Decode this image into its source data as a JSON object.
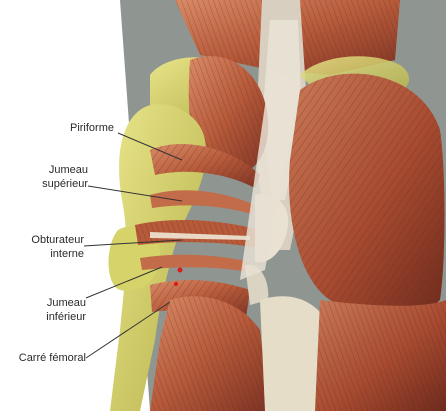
{
  "labels": {
    "piriforme": "Piriforme",
    "jumeau_superieur_1": "Jumeau",
    "jumeau_superieur_2": "supérieur",
    "obturateur_interne_1": "Obturateur",
    "obturateur_interne_2": "interne",
    "jumeau_inferieur_1": "Jumeau",
    "jumeau_inferieur_2": "inférieur",
    "carre_femoral": "Carré fémoral"
  },
  "colors": {
    "bone": "#d6d36a",
    "bone_shadow": "#b7b14a",
    "muscle": "#b65a3a",
    "muscle_dark": "#7d3324",
    "muscle_light": "#d98a66",
    "tendon": "#e9e2d2",
    "background_gray": "#8f9691",
    "leader_line": "#333333"
  }
}
